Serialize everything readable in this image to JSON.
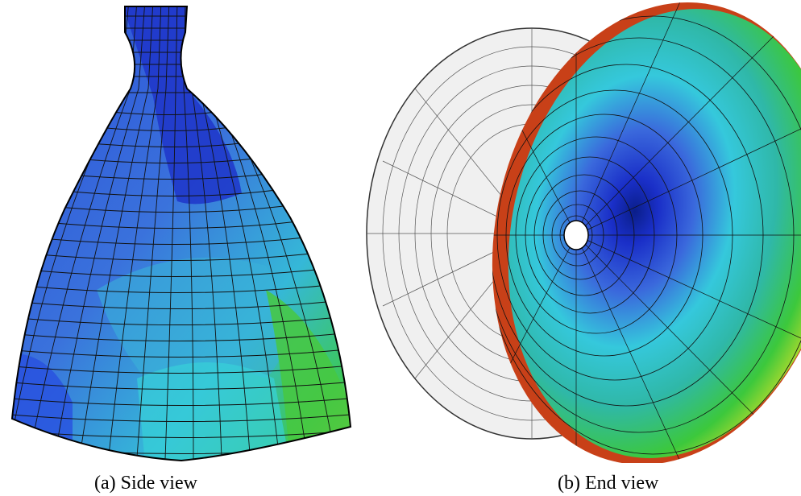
{
  "figure": {
    "panels": [
      {
        "id": "a",
        "caption": "(a) Side view"
      },
      {
        "id": "b",
        "caption": "(b) End view"
      }
    ]
  },
  "colors": {
    "dark_blue": "#1a2fc8",
    "blue": "#2e58e0",
    "mid_blue": "#3a78dc",
    "cyan": "#35c8dc",
    "teal": "#2fb8a8",
    "green": "#3cc83c",
    "yellow_green": "#b8dc2c",
    "orange": "#e07820",
    "red": "#c83010",
    "mesh_line": "#111111",
    "undeformed_fill": "#eeeeee"
  }
}
